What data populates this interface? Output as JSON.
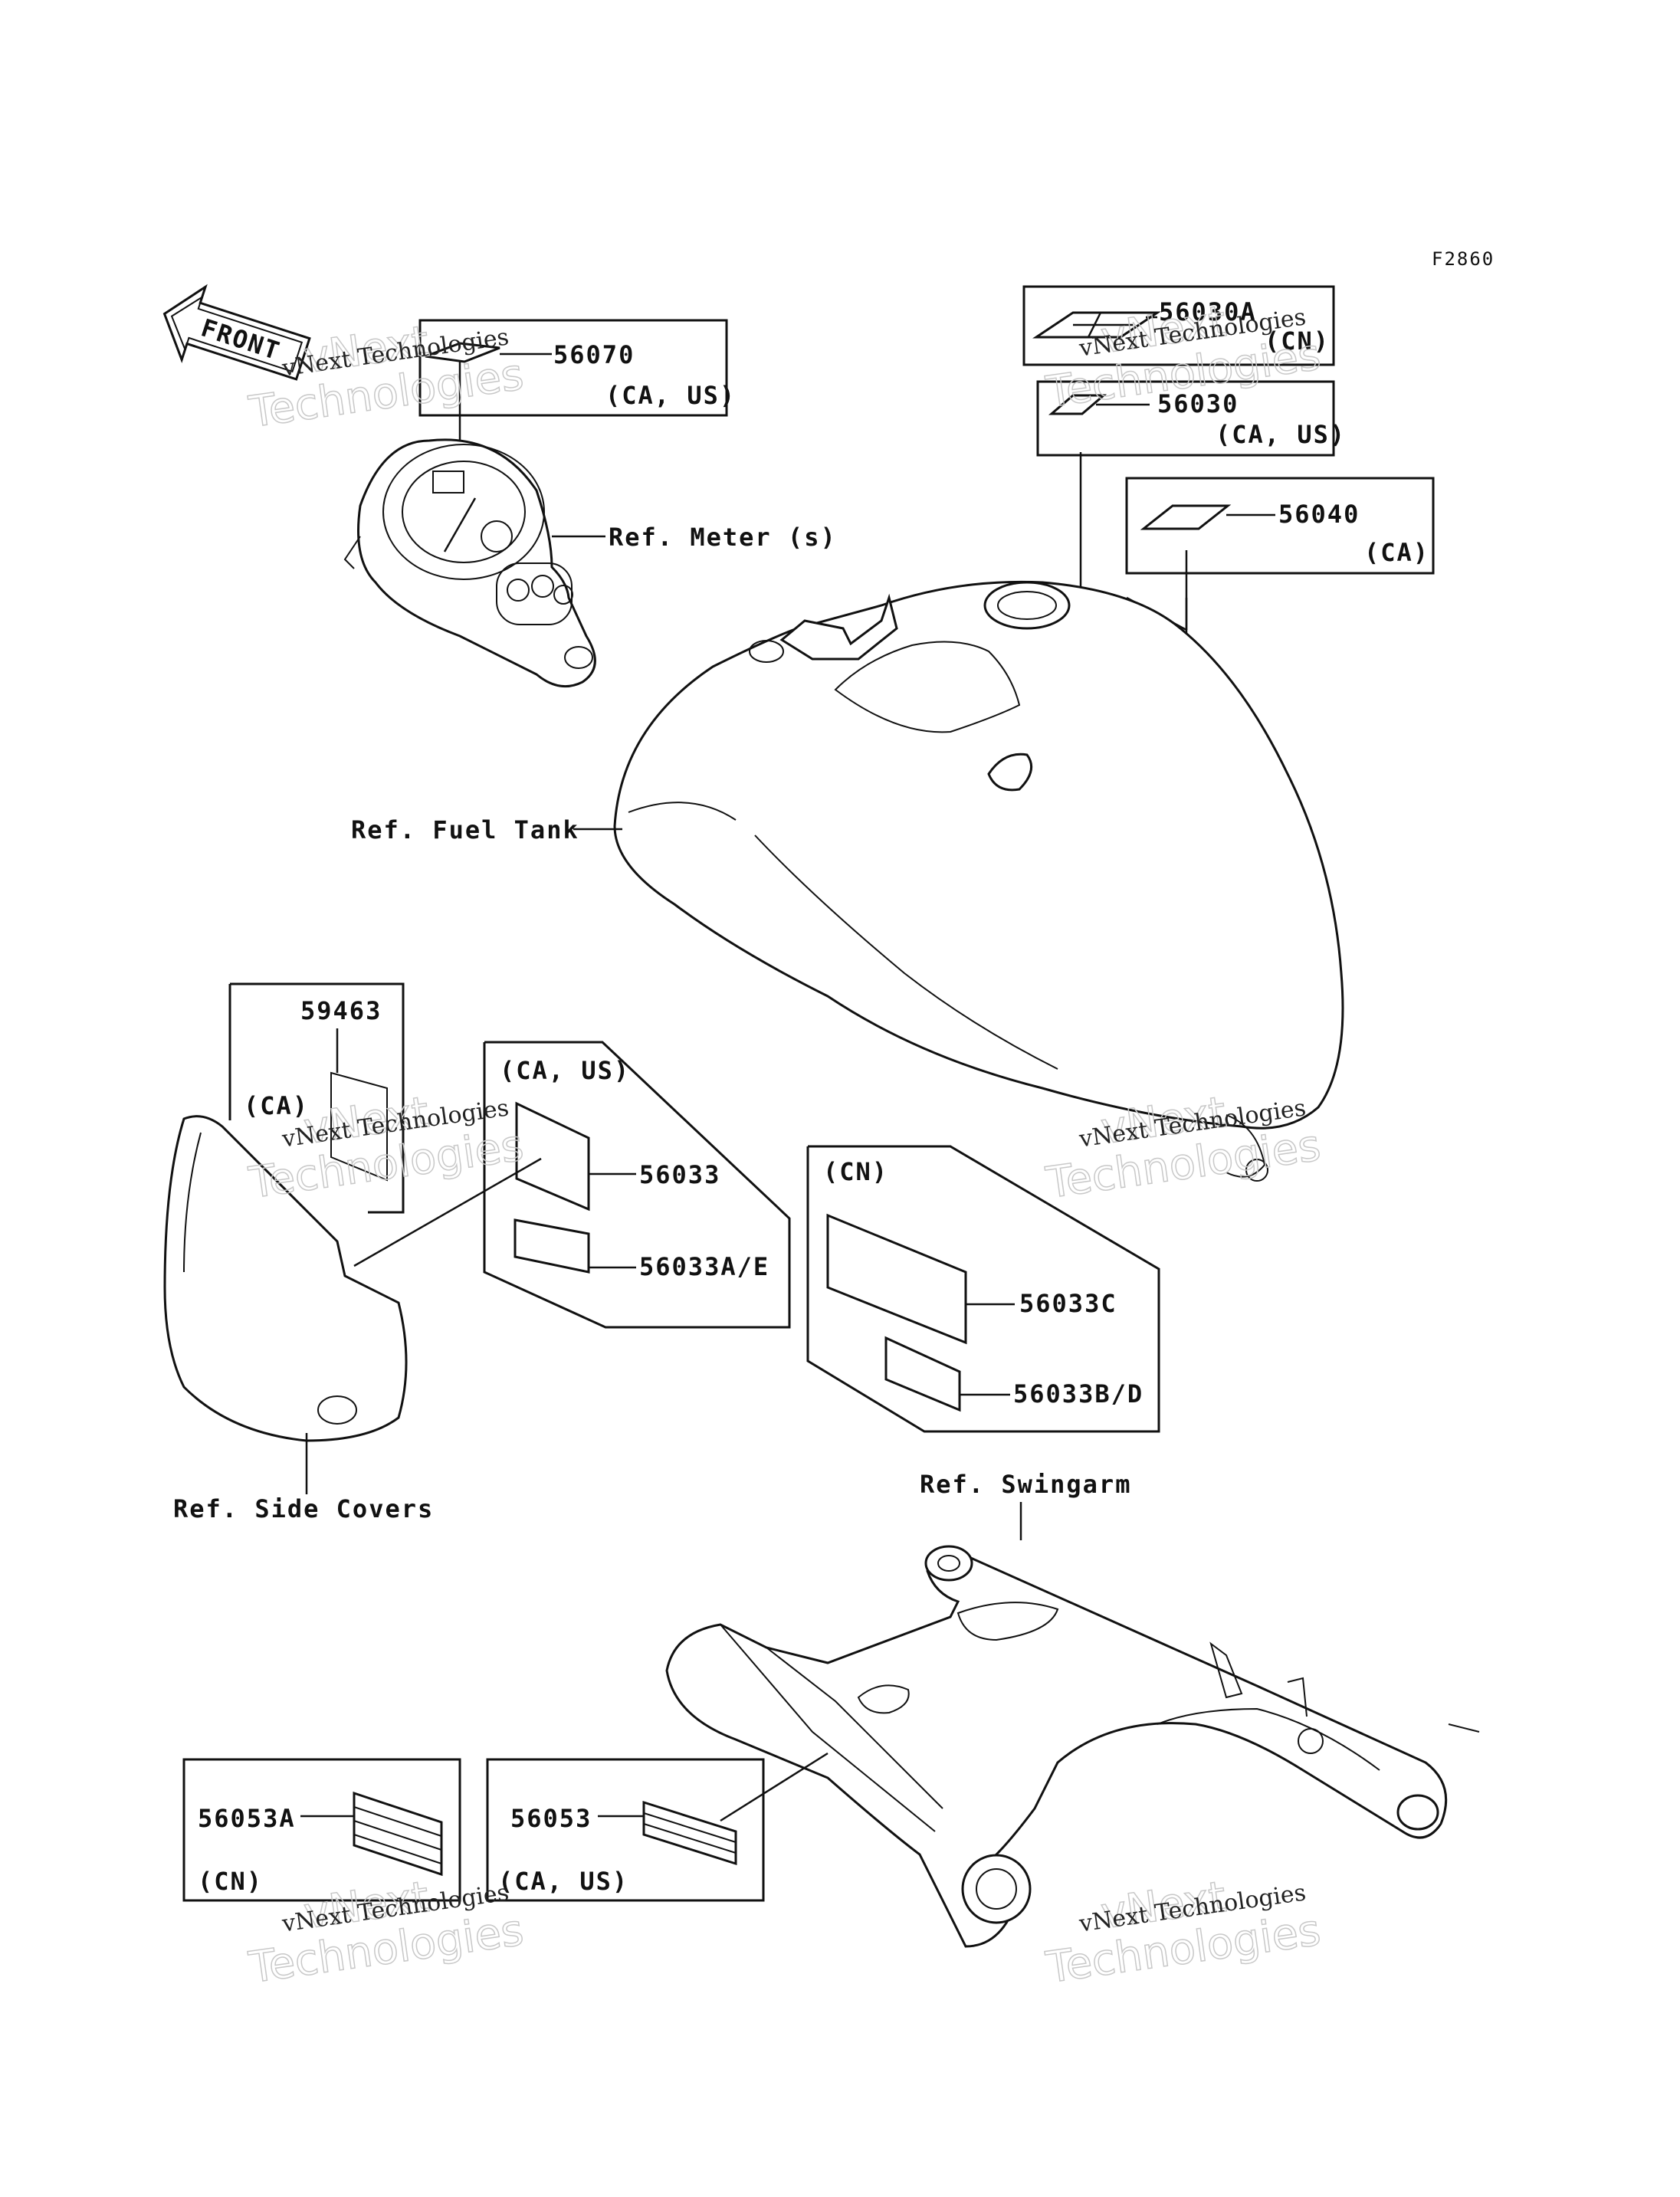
{
  "figure_code": "F2860",
  "front_label": "FRONT",
  "callouts": {
    "p56070": {
      "number": "56070",
      "region": "(CA, US)"
    },
    "p56030A": {
      "number": "56030A",
      "region": "(CN)"
    },
    "p56030": {
      "number": "56030",
      "region": "(CA, US)"
    },
    "p56040": {
      "number": "56040",
      "region": "(CA)"
    },
    "p59463": {
      "number": "59463",
      "region": "(CA)"
    },
    "box_caus": {
      "region": "(CA, US)",
      "a": "56033",
      "b": "56033A/E"
    },
    "box_cn": {
      "region": "(CN)",
      "a": "56033C",
      "b": "56033B/D"
    },
    "p56053A": {
      "number": "56053A",
      "region": "(CN)"
    },
    "p56053": {
      "number": "56053",
      "region": "(CA, US)"
    }
  },
  "refs": {
    "meter": "Ref. Meter (s)",
    "fuel_tank": "Ref. Fuel Tank",
    "side_covers": "Ref. Side Covers",
    "swingarm": "Ref. Swingarm"
  },
  "watermark": {
    "line1": "vNext Technologies",
    "line2": "Technologies",
    "line3": "vNext"
  }
}
